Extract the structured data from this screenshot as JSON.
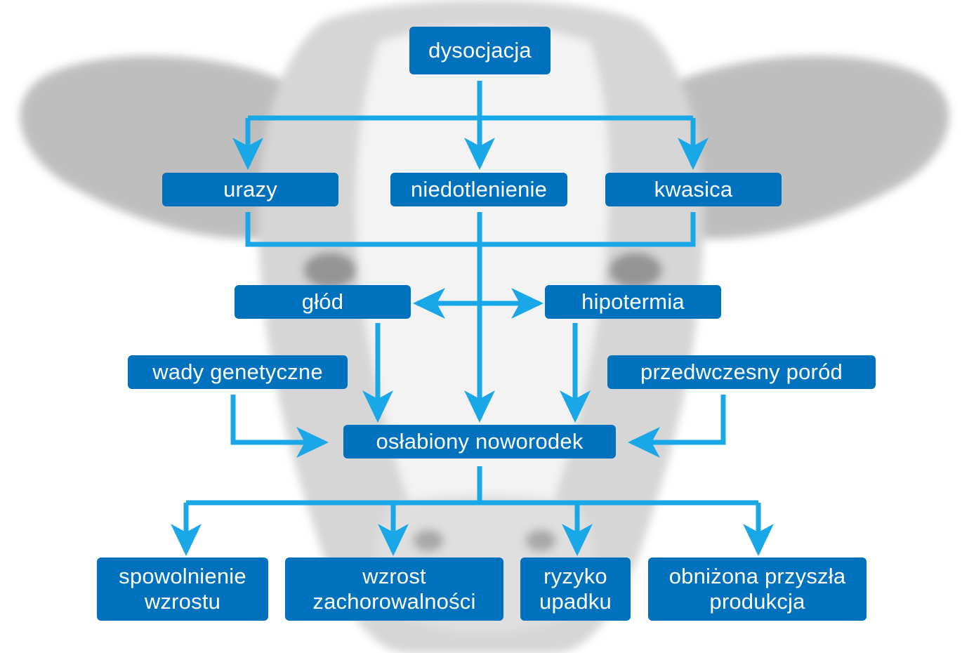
{
  "colors": {
    "box_fill": "#0071bc",
    "box_text": "#ffffff",
    "arrow": "#1aa7e8",
    "background_image": "#c9c9c9"
  },
  "background": {
    "image": "cow-head-photo"
  },
  "nodes": {
    "dysocjacja": "dysocjacja",
    "urazy": "urazy",
    "niedotlenienie": "niedotlenienie",
    "kwasica": "kwasica",
    "glod": "głód",
    "hipotermia": "hipotermia",
    "wady_genetyczne": "wady genetyczne",
    "przedwczesny_porod": "przedwczesny poród",
    "oslabiony_noworodek": "osłabiony noworodek",
    "spowolnienie_wzrostu": "spowolnienie\nwzrostu",
    "wzrost_zachorowalnosci": "wzrost\nzachorowalności",
    "ryzyko_upadku": "ryzyko\nupadku",
    "obnizona_produkcja": "obniżona przyszła\nprodukcja"
  }
}
